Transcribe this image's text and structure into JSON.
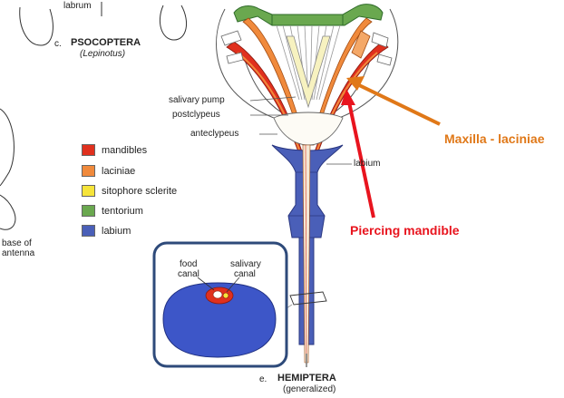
{
  "panel_c": {
    "letter": "c.",
    "order": "PSOCOPTERA",
    "genus": "(Lepinotus)",
    "label_labrum": "labrum",
    "label_base_of_antenna": [
      "base of",
      "antenna"
    ]
  },
  "panel_e": {
    "letter": "e.",
    "order": "HEMIPTERA",
    "subtitle": "(generalized)"
  },
  "structure_labels": {
    "salivary_pump": "salivary pump",
    "postclypeus": "postclypeus",
    "anteclypeus": "anteclypeus",
    "labium": "labium"
  },
  "legend": [
    {
      "label": "mandibles",
      "color": "#e0301e"
    },
    {
      "label": "laciniae",
      "color": "#f08a3c"
    },
    {
      "label": "sitophore sclerite",
      "color": "#f6e43a"
    },
    {
      "label": "tentorium",
      "color": "#6aa84f"
    },
    {
      "label": "labium",
      "color": "#4a5fb8"
    }
  ],
  "inset": {
    "food_canal": [
      "food",
      "canal"
    ],
    "salivary_canal": [
      "salivary",
      "canal"
    ],
    "border_color": "#2e4a7a",
    "fill_color": "#3d56c8"
  },
  "callouts": {
    "maxilla": {
      "text": "Maxilla - laciniae",
      "color": "#e07818"
    },
    "mandible": {
      "text": "Piercing mandible",
      "color": "#e8141e"
    }
  }
}
